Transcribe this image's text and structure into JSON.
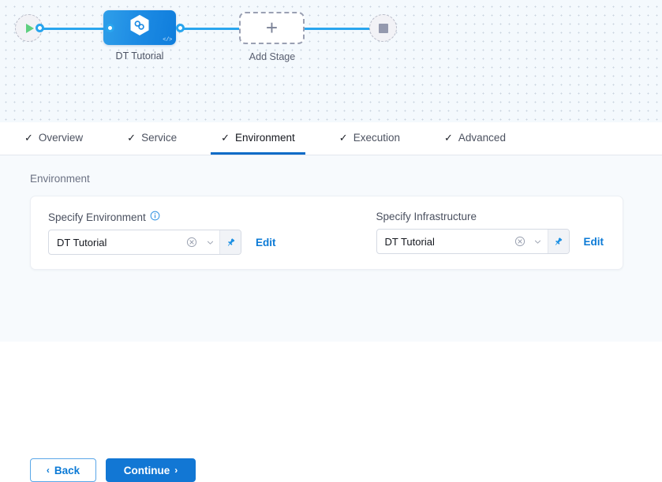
{
  "canvas": {
    "start_node": {
      "name": "start-node",
      "icon": "play-icon"
    },
    "end_node": {
      "name": "end-node",
      "icon": "stop-icon"
    },
    "stage": {
      "label": "DT Tutorial",
      "icon": "hexagon-link-icon",
      "badge": "</>",
      "gradient_from": "#2f9fe9",
      "gradient_to": "#0f7ddc"
    },
    "add_stage": {
      "label": "Add Stage",
      "icon": "plus-icon"
    },
    "edge_color": "#29a5ee"
  },
  "tabs": [
    {
      "label": "Overview",
      "check": "✓",
      "active": false
    },
    {
      "label": "Service",
      "check": "✓",
      "active": false
    },
    {
      "label": "Environment",
      "check": "✓",
      "active": true
    },
    {
      "label": "Execution",
      "check": "✓",
      "active": false
    },
    {
      "label": "Advanced",
      "check": "✓",
      "active": false
    }
  ],
  "active_tab_color": "#0b6bc7",
  "section": {
    "title": "Environment"
  },
  "fields": {
    "environment": {
      "label": "Specify Environment",
      "has_info_icon": true,
      "info_icon": "info-circle-icon",
      "value": "DT Tutorial",
      "placeholder": "",
      "clear_icon": "clear-circle-icon",
      "chevron_icon": "chevron-down-icon",
      "pin_icon": "pin-icon",
      "pin_active": true,
      "edit_label": "Edit"
    },
    "infrastructure": {
      "label": "Specify Infrastructure",
      "has_info_icon": false,
      "value": "DT Tutorial",
      "placeholder": "",
      "clear_icon": "clear-circle-icon",
      "chevron_icon": "chevron-down-icon",
      "pin_icon": "pin-icon",
      "pin_active": true,
      "edit_label": "Edit"
    }
  },
  "footer": {
    "back_label": "Back",
    "back_chevron": "‹",
    "continue_label": "Continue",
    "continue_chevron": "›"
  },
  "colors": {
    "accent_blue": "#1277d4",
    "link_blue": "#0b7ad6",
    "content_bg": "#f7fafd",
    "canvas_bg": "#f4f9fd"
  }
}
